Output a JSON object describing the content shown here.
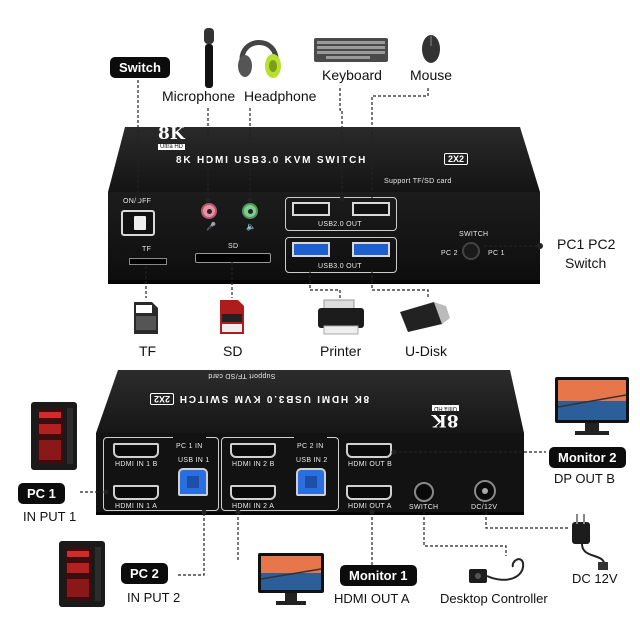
{
  "top_box": {
    "brand_8k": "8K",
    "brand_ultra": "Ultra HD",
    "title": "8K HDMI USB3.0 KVM SWITCH",
    "title_badge": "2X2",
    "support": "Support TF/SD card",
    "on_off": "ON/OFF",
    "tf": "TF",
    "sd": "SD",
    "usb2_out": "USB2.0 OUT",
    "usb3_out": "USB3.0 OUT",
    "switch": "SWITCH",
    "pc2": "PC 2",
    "pc1": "PC 1"
  },
  "top_callouts": {
    "switch_pill": "Switch",
    "microphone": "Microphone",
    "headphone": "Headphone",
    "keyboard": "Keyboard",
    "mouse": "Mouse",
    "pc1pc2": "PC1 PC2",
    "switch_text": "Switch",
    "tf": "TF",
    "sd": "SD",
    "printer": "Printer",
    "udisk": "U-Disk"
  },
  "bottom_box": {
    "support": "Support TF/SD card",
    "title": "8K HDMI USB3.0 KVM SWITCH",
    "title_badge": "2X2",
    "brand_8k": "8K",
    "brand_ultra": "Ultra HD",
    "pc1_in": "PC 1 IN",
    "pc2_in": "PC 2 IN",
    "hdmi_in_1b": "HDMI IN 1 B",
    "usb_in_1": "USB IN 1",
    "hdmi_in_2b": "HDMI IN 2 B",
    "usb_in_2": "USB IN 2",
    "hdmi_out_b": "HDMI OUT B",
    "hdmi_in_1a": "HDMI IN 1 A",
    "hdmi_in_2a": "HDMI IN 2 A",
    "hdmi_out_a": "HDMI OUT A",
    "switch": "SWITCH",
    "dc12v": "DC/12V"
  },
  "bottom_callouts": {
    "pc1_pill": "PC 1",
    "input1": "IN PUT 1",
    "pc2_pill": "PC 2",
    "input2": "IN PUT 2",
    "monitor1_pill": "Monitor 1",
    "hdmi_out_a": "HDMI OUT A",
    "monitor2_pill": "Monitor 2",
    "dp_out_b": "DP OUT B",
    "desktop_controller": "Desktop Controller",
    "dc12v": "DC 12V"
  }
}
